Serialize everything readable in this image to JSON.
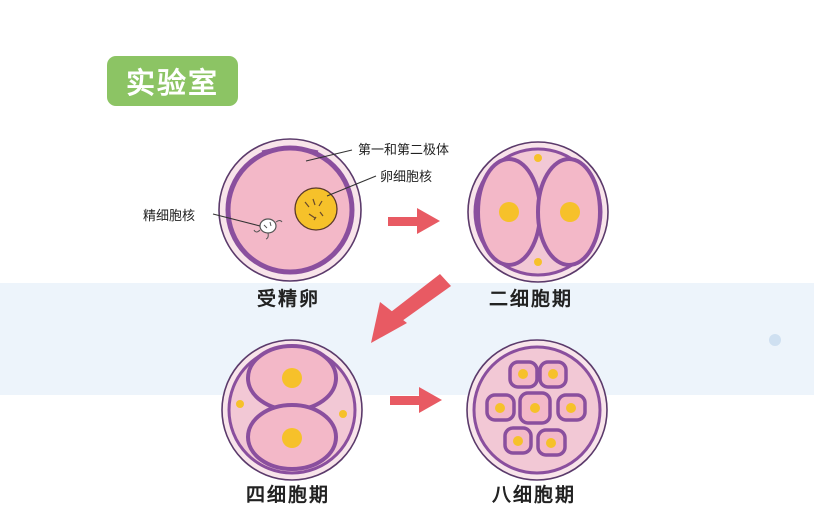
{
  "title_tag": "实验室",
  "stages": [
    {
      "key": "zygote",
      "label": "受精卵"
    },
    {
      "key": "two_cell",
      "label": "二细胞期"
    },
    {
      "key": "four_cell",
      "label": "四细胞期"
    },
    {
      "key": "eight_cell",
      "label": "八细胞期"
    }
  ],
  "annotations": {
    "polar_body": "第一和第二极体",
    "egg_nucleus": "卵细胞核",
    "sperm_nucleus": "精细胞核"
  },
  "colors": {
    "tag_green": "#8cc464",
    "zona_fill": "#f6dce4",
    "membrane_purple": "#8a4f9e",
    "cytoplasm_pink": "#f3b8c8",
    "nucleus_yellow": "#f6c12a",
    "arrow_red": "#e85a63",
    "band_blue": "#edf4fb"
  }
}
